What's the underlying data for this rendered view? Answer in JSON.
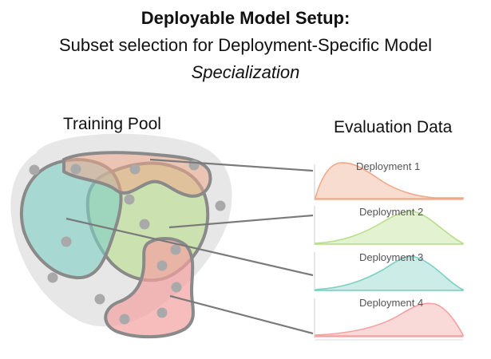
{
  "header": {
    "title": "Deployable Model Setup:",
    "subtitle_line1": "Subset selection for Deployment-Specific Model",
    "subtitle_line2": "Specialization"
  },
  "left": {
    "label": "Training Pool"
  },
  "right": {
    "label": "Evaluation Data"
  },
  "deployments": [
    {
      "label": "Deployment 1",
      "color": "#f0a88a"
    },
    {
      "label": "Deployment 2",
      "color": "#b9de8a"
    },
    {
      "label": "Deployment 3",
      "color": "#7ecfc4"
    },
    {
      "label": "Deployment 4",
      "color": "#f3a1a1"
    }
  ]
}
